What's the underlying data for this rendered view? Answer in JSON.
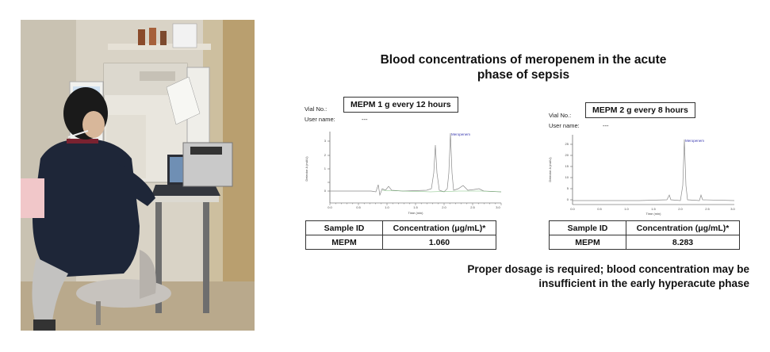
{
  "title_line1": "Blood concentrations of meropenem in the acute",
  "title_line2": "phase of sepsis",
  "left_panel": {
    "vial_label": "Vial No.:",
    "user_label": "User name:",
    "user_value": "---",
    "condition": "MEPM 1 g every 12 hours",
    "peak_label": "Meropenem",
    "y_axis_label": "Detector A (mAU)",
    "x_axis_label": "Time (min)",
    "table": {
      "headers": [
        "Sample ID",
        "Concentration (μg/mL)*"
      ],
      "row": [
        "MEPM",
        "1.060"
      ]
    }
  },
  "right_panel": {
    "vial_label": "Vial No.:",
    "user_label": "User name:",
    "user_value": "---",
    "condition": "MEPM 2 g every 8 hours",
    "peak_label": "Meropenem",
    "y_axis_label": "Detector A (mAU)",
    "x_axis_label": "Time (min)",
    "table": {
      "headers": [
        "Sample ID",
        "Concentration (μg/mL)*"
      ],
      "row": [
        "MEPM",
        "8.283"
      ]
    }
  },
  "note_line1": "Proper dosage is required; blood concentration may be",
  "note_line2": "insufficient in the early hyperacute phase"
}
